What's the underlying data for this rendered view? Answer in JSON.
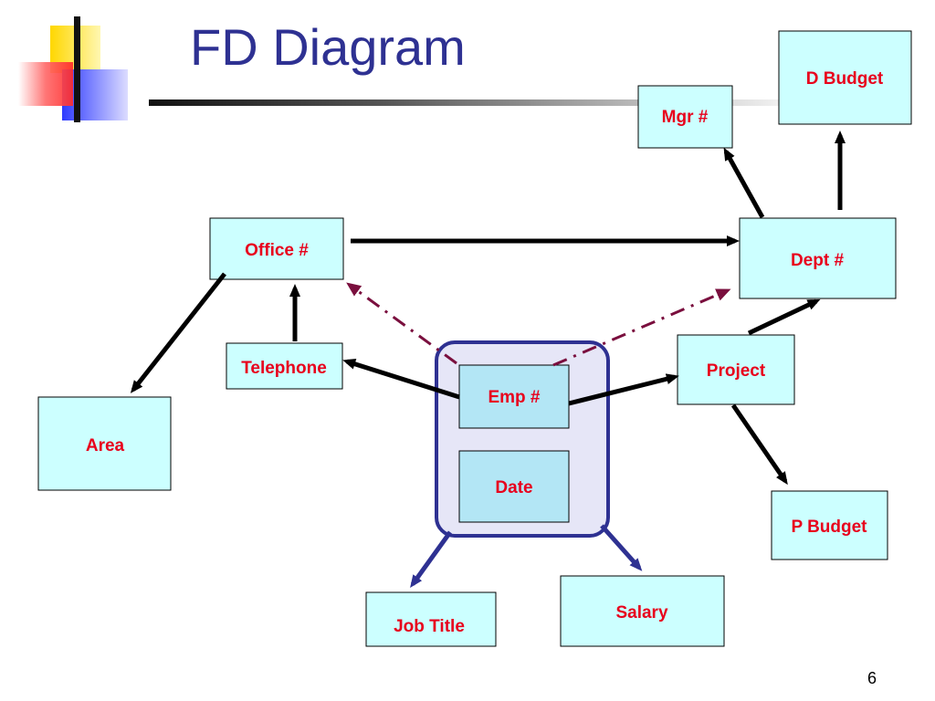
{
  "slide": {
    "title": "FD Diagram",
    "page_number": "6"
  },
  "colors": {
    "title": "#2e3192",
    "node_fill": "#ccffff",
    "node_text": "#e8001c",
    "group_fill": "#e6e6f7",
    "group_border": "#2e3192",
    "arrow_solid": "#000000",
    "arrow_group": "#2e3192",
    "arrow_dashed": "#7a0f3e"
  },
  "nodes": {
    "d_budget": "D Budget",
    "mgr": "Mgr #",
    "office": "Office #",
    "dept": "Dept #",
    "telephone": "Telephone",
    "emp": "Emp #",
    "project": "Project",
    "area": "Area",
    "date": "Date",
    "p_budget": "P Budget",
    "job_title": "Job Title",
    "salary": "Salary"
  },
  "dependencies": [
    {
      "from": "Office #",
      "to": "Dept #",
      "style": "solid"
    },
    {
      "from": "Office #",
      "to": "Area",
      "style": "solid"
    },
    {
      "from": "Telephone",
      "to": "Office #",
      "style": "solid"
    },
    {
      "from": "Emp #",
      "to": "Telephone",
      "style": "solid"
    },
    {
      "from": "Emp #",
      "to": "Project",
      "style": "solid"
    },
    {
      "from": "Emp #",
      "to": "Office #",
      "style": "dash-dot"
    },
    {
      "from": "Emp #",
      "to": "Dept #",
      "style": "dash-dot"
    },
    {
      "from": "Project",
      "to": "Dept #",
      "style": "solid"
    },
    {
      "from": "Project",
      "to": "P Budget",
      "style": "solid"
    },
    {
      "from": "Dept #",
      "to": "Mgr #",
      "style": "solid"
    },
    {
      "from": "Dept #",
      "to": "D Budget",
      "style": "solid"
    },
    {
      "from": "Emp #, Date",
      "to": "Job Title",
      "style": "group"
    },
    {
      "from": "Emp #, Date",
      "to": "Salary",
      "style": "group"
    }
  ]
}
